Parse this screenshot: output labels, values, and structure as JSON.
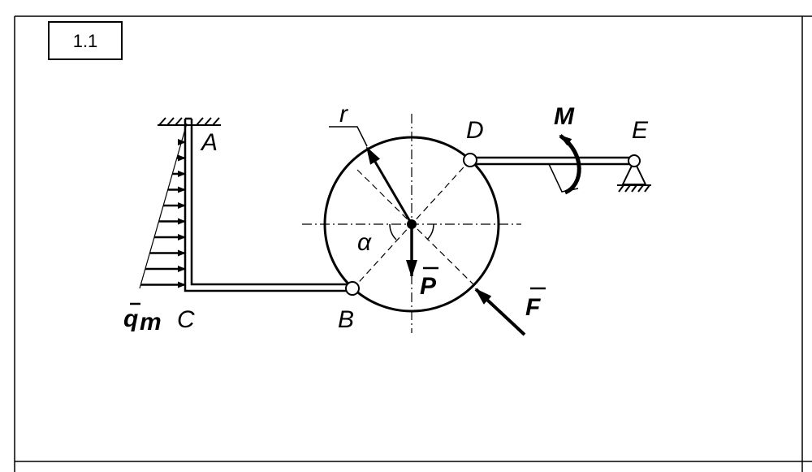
{
  "problem_number": "1.1",
  "labels": {
    "A": "A",
    "B": "B",
    "C": "C",
    "D": "D",
    "E": "E",
    "r": "r",
    "alpha": "α",
    "P": "P",
    "F": "F",
    "M": "M",
    "q": "q",
    "q_sub": "m"
  },
  "colors": {
    "ink": "#000000",
    "background": "#ffffff"
  }
}
